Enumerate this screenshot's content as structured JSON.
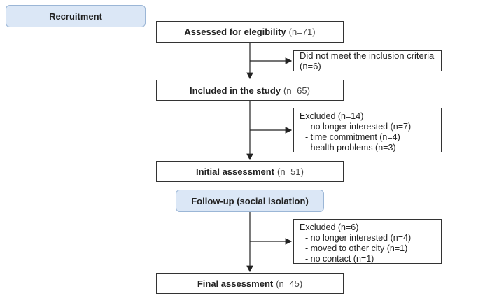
{
  "recruitment": "Recruitment",
  "assessed": {
    "label": "Assessed for elegibility",
    "count": "(n=71)"
  },
  "not_met": "Did not meet the inclusion criteria (n=6)",
  "included": {
    "label": "Included in the study",
    "count": "(n=65)"
  },
  "excluded_1": {
    "title": "Excluded (n=14)",
    "items": [
      "- no longer interested (n=7)",
      "- time commitment (n=4)",
      "- health problems (n=3)"
    ]
  },
  "initial": {
    "label": "Initial assessment",
    "count": "(n=51)"
  },
  "followup": "Follow-up (social isolation)",
  "excluded_2": {
    "title": "Excluded (n=6)",
    "items": [
      "- no longer interested (n=4)",
      "- moved to other city (n=1)",
      "- no contact (n=1)"
    ]
  },
  "final": {
    "label": "Final assessment",
    "count": "(n=45)"
  }
}
